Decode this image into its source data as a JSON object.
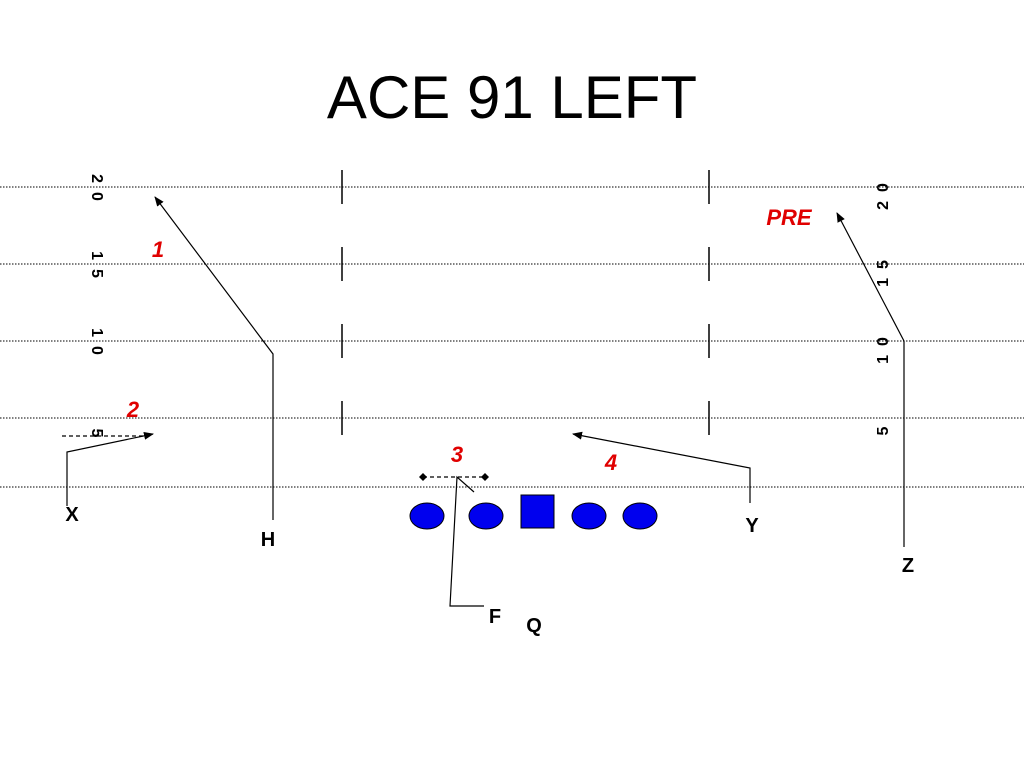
{
  "title": "ACE 91 LEFT",
  "yard_numbers": {
    "left": [
      "20",
      "15",
      "10",
      "5"
    ],
    "right": [
      "20",
      "15",
      "10",
      "5"
    ]
  },
  "players": {
    "x": "X",
    "h": "H",
    "y": "Y",
    "z": "Z",
    "f": "F",
    "q": "Q"
  },
  "route_labels": {
    "first": "1",
    "second": "2",
    "third": "3",
    "fourth": "4",
    "pre": "PRE"
  },
  "colors": {
    "lineman": "#0000ee",
    "label_red": "#e00000",
    "ink": "#000000"
  }
}
